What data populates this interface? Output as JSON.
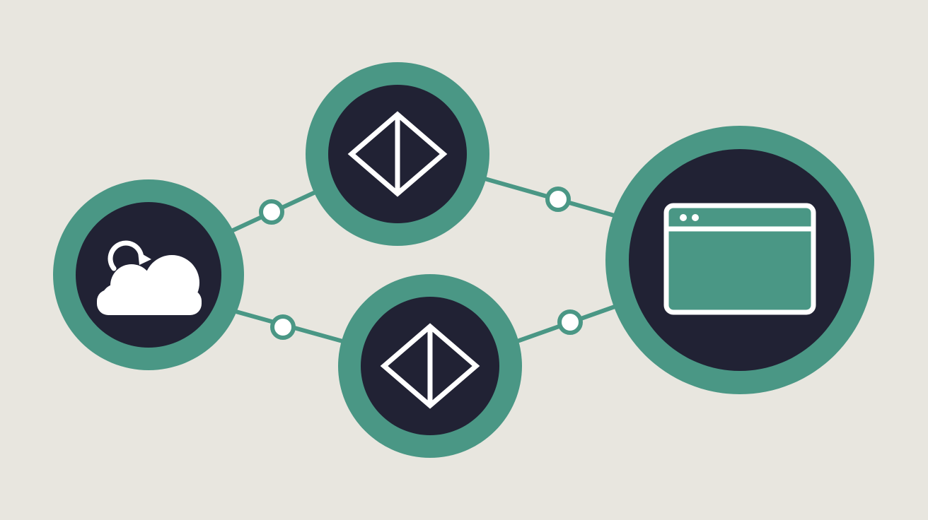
{
  "colors": {
    "background": "#e8e6df",
    "ring": "#4a9785",
    "node_fill": "#212234",
    "icon": "#ffffff",
    "window_fill": "#4a9785",
    "window_outline": "#ffffff"
  },
  "nodes": [
    {
      "id": "cloud",
      "icon": "cloud-sync-icon"
    },
    {
      "id": "gateway-top",
      "icon": "diamond-split-icon"
    },
    {
      "id": "gateway-bottom",
      "icon": "diamond-split-icon"
    },
    {
      "id": "app-window",
      "icon": "browser-window-icon"
    }
  ],
  "edges": [
    {
      "from": "cloud",
      "to": "gateway-top",
      "has_junction": true
    },
    {
      "from": "cloud",
      "to": "gateway-bottom",
      "has_junction": true
    },
    {
      "from": "gateway-top",
      "to": "app-window",
      "has_junction": true
    },
    {
      "from": "gateway-bottom",
      "to": "app-window",
      "has_junction": true
    }
  ]
}
